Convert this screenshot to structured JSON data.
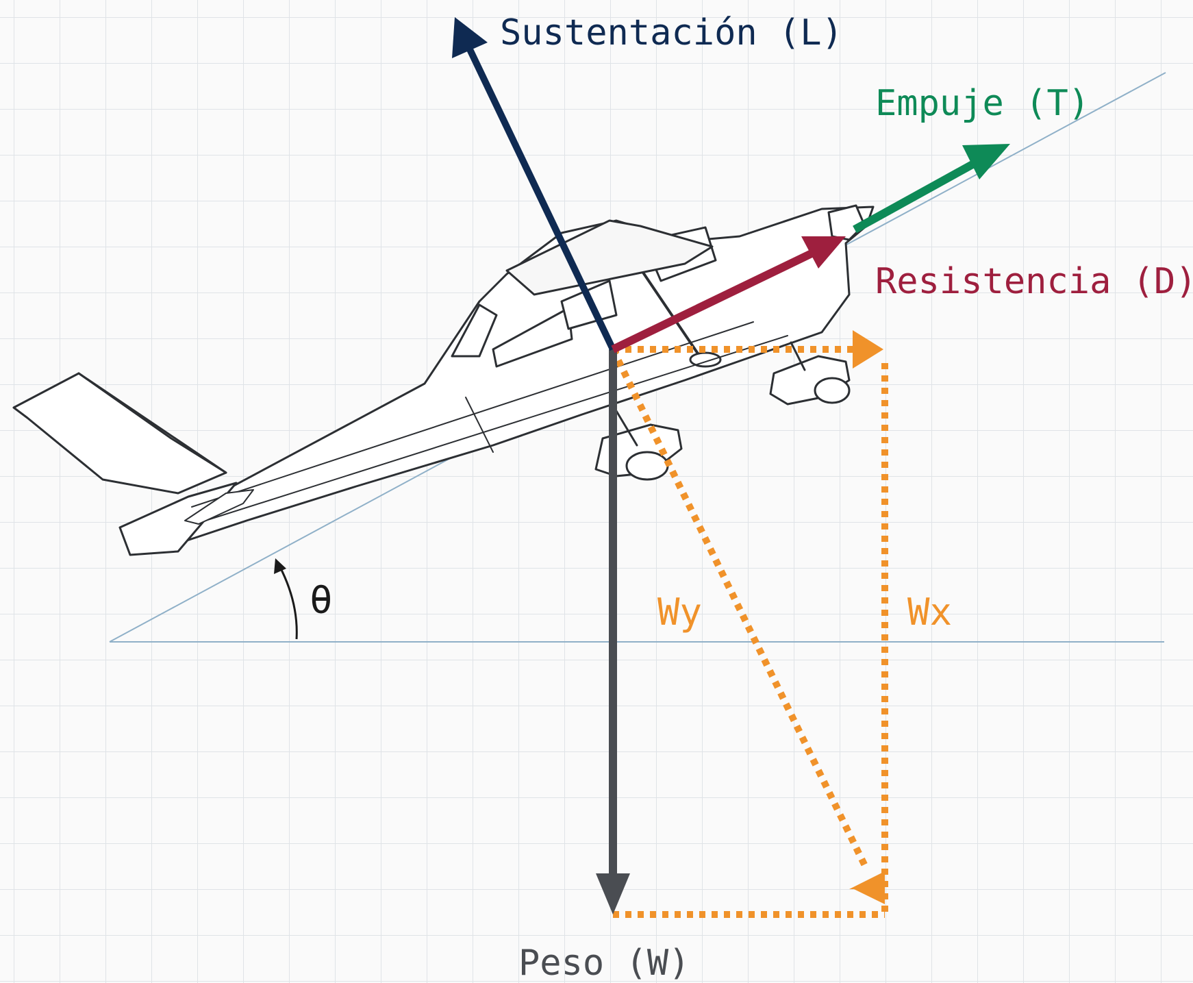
{
  "labels": {
    "lift": "Sustentación (L)",
    "thrust": "Empuje (T)",
    "drag": "Resistencia (D)",
    "weight": "Peso (W)",
    "wy": "Wy",
    "wx": "Wx",
    "angle": "θ"
  },
  "colors": {
    "lift": "#0f2a52",
    "thrust": "#0e8a57",
    "drag": "#9e1f3e",
    "weight": "#4a4d52",
    "components": "#f0922a",
    "reference_lines": "#8fb0c8",
    "grid": "#dfe3e7",
    "aircraft_outline": "#2c2f33"
  }
}
